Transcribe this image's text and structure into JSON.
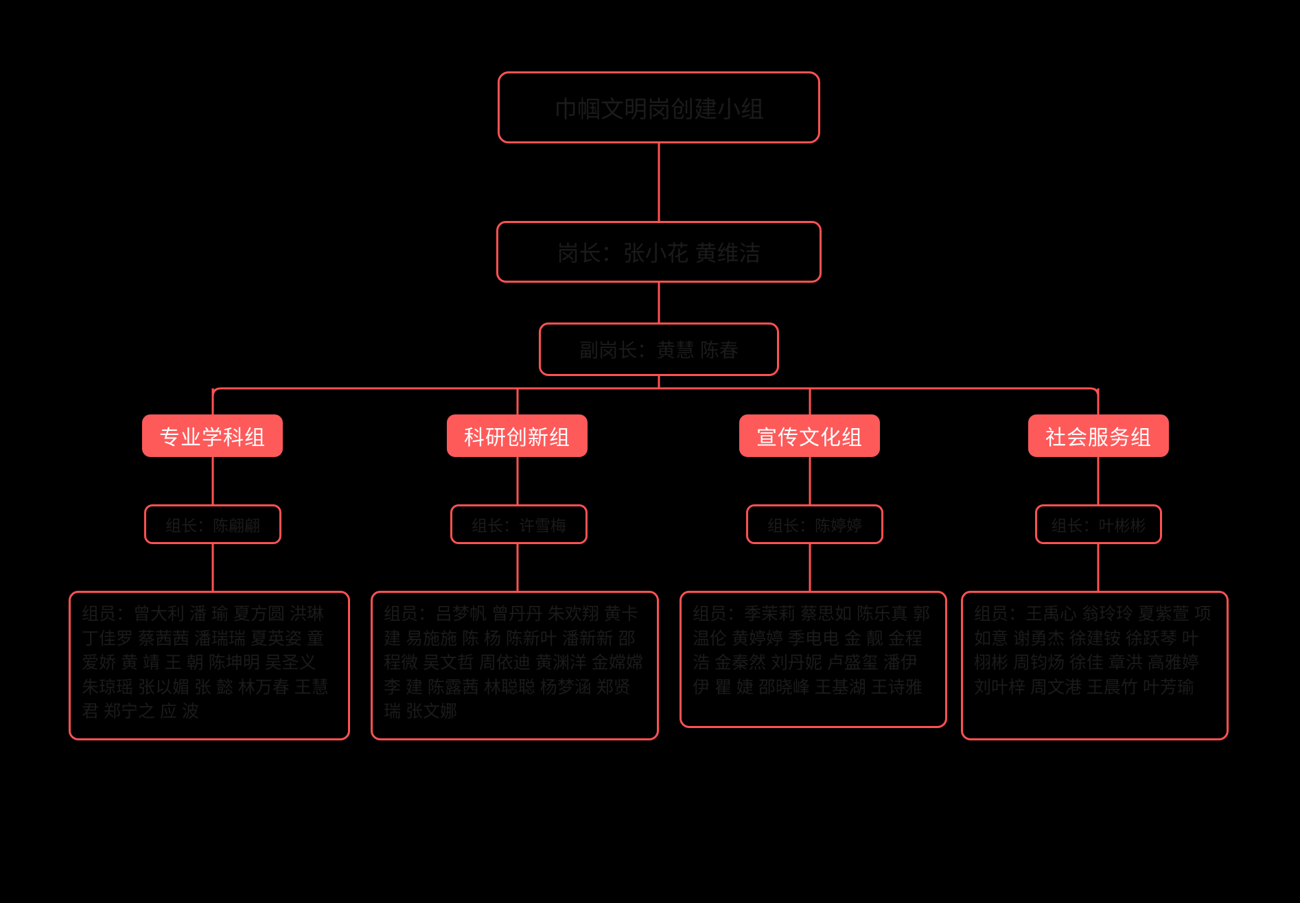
{
  "colors": {
    "background": "#000000",
    "accent": "#FF5252",
    "group_fill": "#FF5A5A",
    "text": "#1b1b1b",
    "group_text": "#ffffff"
  },
  "org": {
    "root": {
      "label": "巾帼文明岗创建小组"
    },
    "leader": {
      "label": "岗长：张小花 黄维洁"
    },
    "deputy": {
      "label": "副岗长：黄慧 陈春"
    },
    "groups": [
      {
        "name": "专业学科组",
        "leader": "组长：陈翩翩",
        "members": "组员：曾大利 潘 瑜 夏方圆 洪琳 丁佳罗 蔡茜茜 潘瑞瑞 夏英姿 童爱娇 黄 靖 王 朝 陈坤明 吴圣义 朱琼瑶 张以媚 张 懿 林万春 王慧君 郑宁之 应 波"
      },
      {
        "name": "科研创新组",
        "leader": "组长：许雪梅",
        "members": "组员：吕梦帆 曾丹丹 朱欢翔 黄卡建 易施施 陈 杨 陈新叶 潘新新 邵程微 吴文哲 周依迪 黄渊洋 金嫦嫦 李 建 陈露茜 林聪聪 杨梦涵 郑贤瑞 张文娜"
      },
      {
        "name": "宣传文化组",
        "leader": "组长：陈婷婷",
        "members": "组员：季茉莉 蔡思如 陈乐真 郭温伦 黄婷婷 季电电 金 靓 金程浩 金秦然 刘丹妮 卢盛玺 潘伊伊 瞿 婕 邵晓峰 王基湖 王诗雅"
      },
      {
        "name": "社会服务组",
        "leader": "组长：叶彬彬",
        "members": "组员：王禹心 翁玲玲 夏紫萱 项如意 谢勇杰 徐建铵 徐跃琴 叶栩彬 周钧炀 徐佳 章洪 高雅婷 刘叶梓 周文港 王晨竹 叶芳瑜"
      }
    ]
  }
}
